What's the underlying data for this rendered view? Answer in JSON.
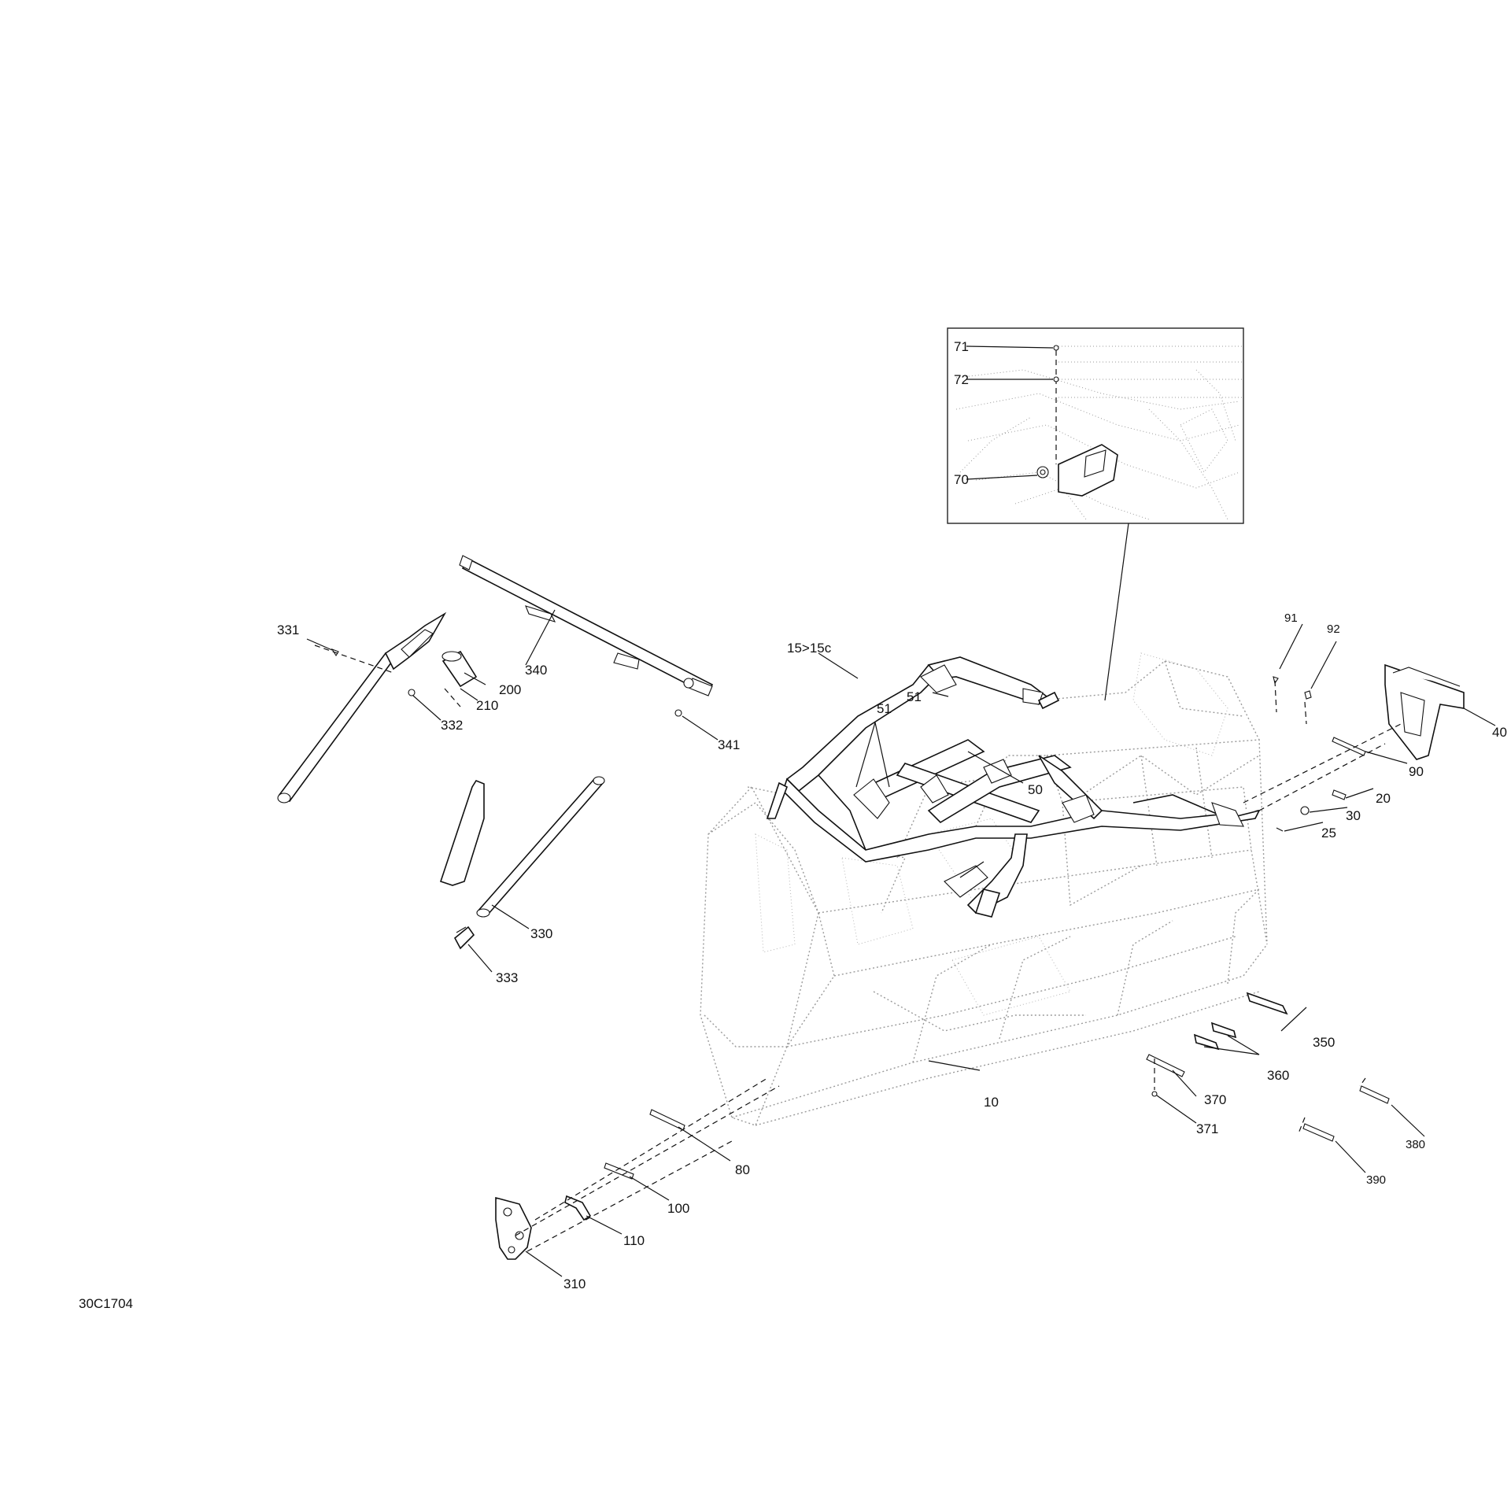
{
  "drawing_id": "30C1704",
  "callouts": {
    "c10": "10",
    "c15": "15>15c",
    "c20": "20",
    "c25": "25",
    "c30": "30",
    "c40": "40",
    "c50": "50",
    "c51a": "51",
    "c51b": "51",
    "c70": "70",
    "c71": "71",
    "c72": "72",
    "c80": "80",
    "c90": "90",
    "c91": "91",
    "c92": "92",
    "c100": "100",
    "c110": "110",
    "c200": "200",
    "c210": "210",
    "c310": "310",
    "c330": "330",
    "c331": "331",
    "c332": "332",
    "c333": "333",
    "c340": "340",
    "c341": "341",
    "c350": "350",
    "c360": "360",
    "c370": "370",
    "c371": "371",
    "c380": "380",
    "c390": "390"
  }
}
